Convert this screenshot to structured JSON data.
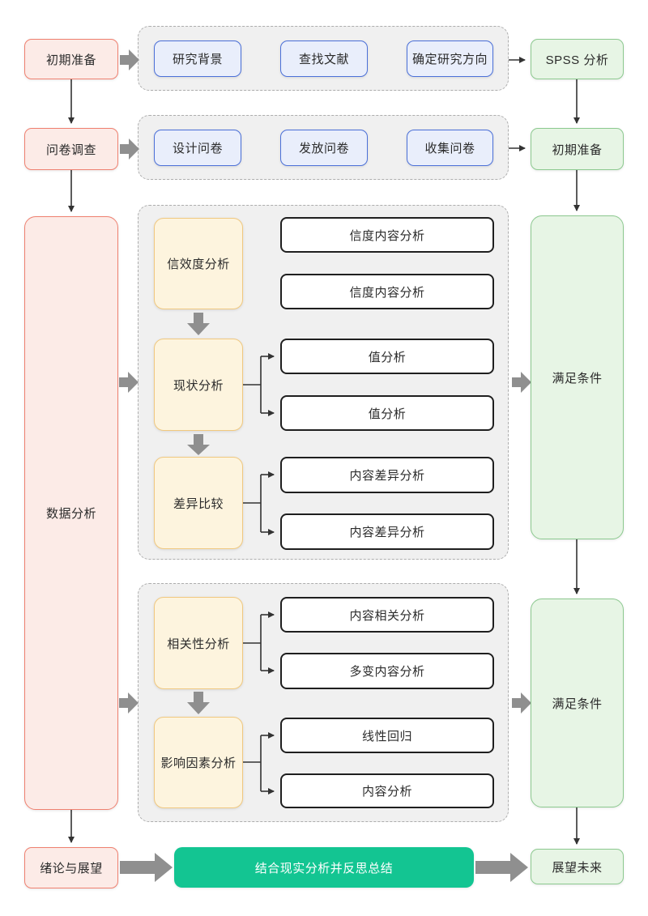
{
  "palette": {
    "red_fill": "#fcebe7",
    "red_border": "#ef8070",
    "blue_fill": "#e9eefb",
    "blue_border": "#4a6fd8",
    "green_fill": "#e7f5e5",
    "green_border": "#8cc98f",
    "yellow_fill": "#fdf4de",
    "yellow_border": "#f0c87f",
    "white_fill": "#ffffff",
    "white_border": "#1f1f1f",
    "teal_fill": "#13c592",
    "teal_text": "#ffffff",
    "container_fill": "#f0f0f0",
    "container_border": "#adadad",
    "block_arrow": "#8f8f8f",
    "thin_line": "#333333",
    "text": "#2b2b2b"
  },
  "stages": {
    "prep": "初期准备",
    "survey": "问卷调查",
    "data_analysis": "数据分析",
    "conclusion": "绪论与展望"
  },
  "prep_group": {
    "items": [
      "研究背景",
      "查找文献",
      "确定研究方向"
    ]
  },
  "survey_group": {
    "items": [
      "设计问卷",
      "发放问卷",
      "收集问卷"
    ]
  },
  "analysis_group_1": {
    "steps": [
      {
        "label": "信效度分析",
        "outputs": [
          "信度内容分析",
          "信度内容分析"
        ]
      },
      {
        "label": "现状分析",
        "outputs": [
          "值分析",
          "值分析"
        ]
      },
      {
        "label": "差异比较",
        "outputs": [
          "内容差异分析",
          "内容差异分析"
        ]
      }
    ]
  },
  "analysis_group_2": {
    "steps": [
      {
        "label": "相关性分析",
        "outputs": [
          "内容相关分析",
          "多变内容分析"
        ]
      },
      {
        "label": "影响因素分析",
        "outputs": [
          "线性回归",
          "内容分析"
        ]
      }
    ]
  },
  "results": {
    "spss": "SPSS 分析",
    "prep": "初期准备",
    "condition1": "满足条件",
    "condition2": "满足条件",
    "future": "展望未来"
  },
  "summary": {
    "label": "结合现实分析并反思总结"
  }
}
